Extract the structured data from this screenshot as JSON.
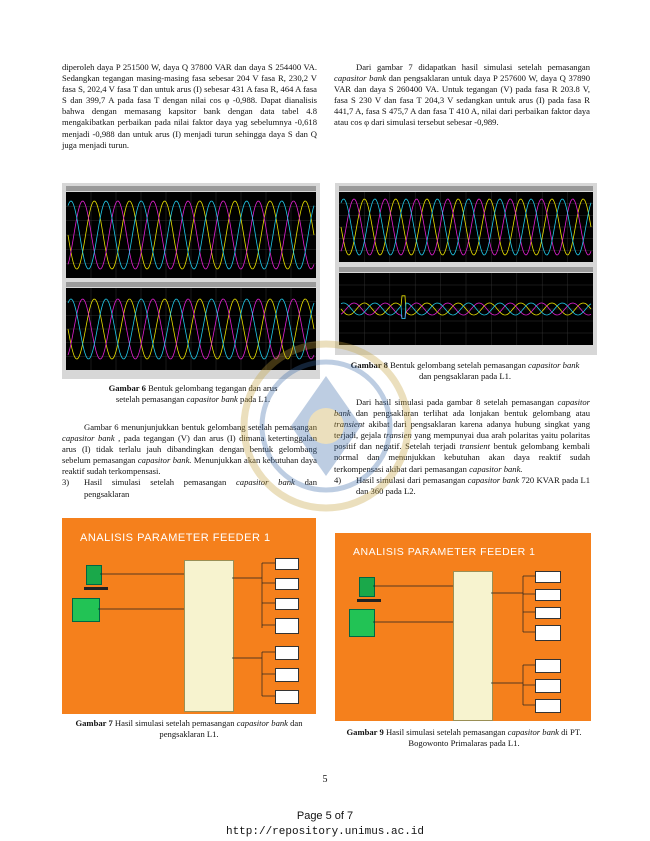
{
  "left_col": {
    "p_top": "diperoleh daya P 251500 W, daya Q 37800 VAR dan daya S 254400 VA. Sedangkan tegangan masing-masing fasa sebesar 204 V fasa R, 230,2 V fasa S, 202,4 V fasa T dan untuk arus (I) sebesar 431 A fasa R, 464 A fasa S dan 399,7 A pada fasa T dengan nilai cos φ -0,988. Dapat dianalisis bahwa dengan memasang kapsitor bank dengan data tabel 4.8 mengakibatkan perbaikan pada nilai faktor daya yag sebelumnya -0,618 menjadi -0,988 dan untuk arus (I) menjadi turun sehingga daya S dan Q juga menjadi turun.",
    "fig6_caption_label": "Gambar 6",
    "fig6_caption_text_a": "Bentuk gelombang tegangan dan arus setelah pemasangan ",
    "fig6_caption_italic": "capasitor bank",
    "fig6_caption_text_b": " pada L1.",
    "p_fig6_a": "Gambar 6 menunjunjukkan bentuk gelombang setelah pemasangan ",
    "p_fig6_i1": "capasitor bank",
    "p_fig6_b": " , pada tegangan (V) dan arus (I) dimana ketertinggalan arus (I) tidak terlalu jauh dibandingkan dengan bentuk gelombang sebelum pemasangan ",
    "p_fig6_i2": "capasitor bank.",
    "p_fig6_c": " Menunjukkan akan kebutuhan daya reaktif sudah terkompensasi.",
    "item3_num": "3)",
    "item3_a": "Hasil simulasi setelah pemasangan ",
    "item3_i": "capasitor bank",
    "item3_b": " dan pengsaklaran",
    "fig7_caption_label": "Gambar 7",
    "fig7_caption_text_a": " Hasil simulasi setelah pemasangan ",
    "fig7_caption_italic": "capasitor bank",
    "fig7_caption_text_b": " dan pengsaklaran L1."
  },
  "right_col": {
    "p_top_a": "Dari gambar 7 didapatkan hasil simulasi setelah pemasangan ",
    "p_top_i": "capasitor bank",
    "p_top_b": " dan pengsaklaran untuk daya P 257600 W, daya Q 37890 VAR dan daya S 260400 VA. Untuk tegangan (V) pada fasa R 203.8 V, fasa S 230 V dan fasa T 204,3 V sedangkan untuk arus (I) pada fasa R 441,7 A, fasa S 475,7 A dan fasa T 410 A, nilai dari perbaikan faktor daya atau cos φ dari simulasi tersebut sebesar -0,989.",
    "fig8_caption_label": "Gambar 8",
    "fig8_caption_text_a": " Bentuk gelombang setelah pemasangan ",
    "fig8_caption_italic": "capasitor bank",
    "fig8_caption_text_b": " dan pengsaklaran pada L1.",
    "p_fig8_a": "Dari hasil simulasi pada gambar 8 setelah pemasangan ",
    "p_fig8_i1": "capasitor bank",
    "p_fig8_b": " dan pengsaklaran terlihat ada lonjakan bentuk gelombang atau ",
    "p_fig8_i2": "transient",
    "p_fig8_c": " akibat dari pengsaklaran karena adanya hubung singkat yang terjadi, gejala ",
    "p_fig8_i3": "transien",
    "p_fig8_d": " yang mempunyai dua arah polaritas yaitu polaritas positif dan negatif. Setelah terjadi ",
    "p_fig8_i4": "transient",
    "p_fig8_e": " bentuk gelombang kembali normal dan menunjukkan kebutuhan akan daya reaktif sudah terkompensasi akibat dari pemasangan ",
    "p_fig8_i5": "capasitor bank.",
    "item4_num": "4)",
    "item4_a": "Hasil simulasi dari pemasangan ",
    "item4_i": "capasitor bank",
    "item4_b": " 720 KVAR pada L1 dan 360 pada L2.",
    "fig9_caption_label": "Gambar 9",
    "fig9_caption_text_a": " Hasil simulasi setelah pemasangan ",
    "fig9_caption_italic": "capasitor bank",
    "fig9_caption_text_b": " di PT. Bogowonto Primalaras pada L1."
  },
  "sim": {
    "title": "ANALISIS PARAMETER FEEDER 1"
  },
  "page_number": "5",
  "footer": {
    "page": "Page 5 of 7",
    "url": "http://repository.unimus.ac.id"
  },
  "colors": {
    "sim_background": "#f5801c",
    "wave_yellow": "#e8e000",
    "wave_magenta": "#e020d0",
    "wave_cyan": "#20c8e8"
  }
}
